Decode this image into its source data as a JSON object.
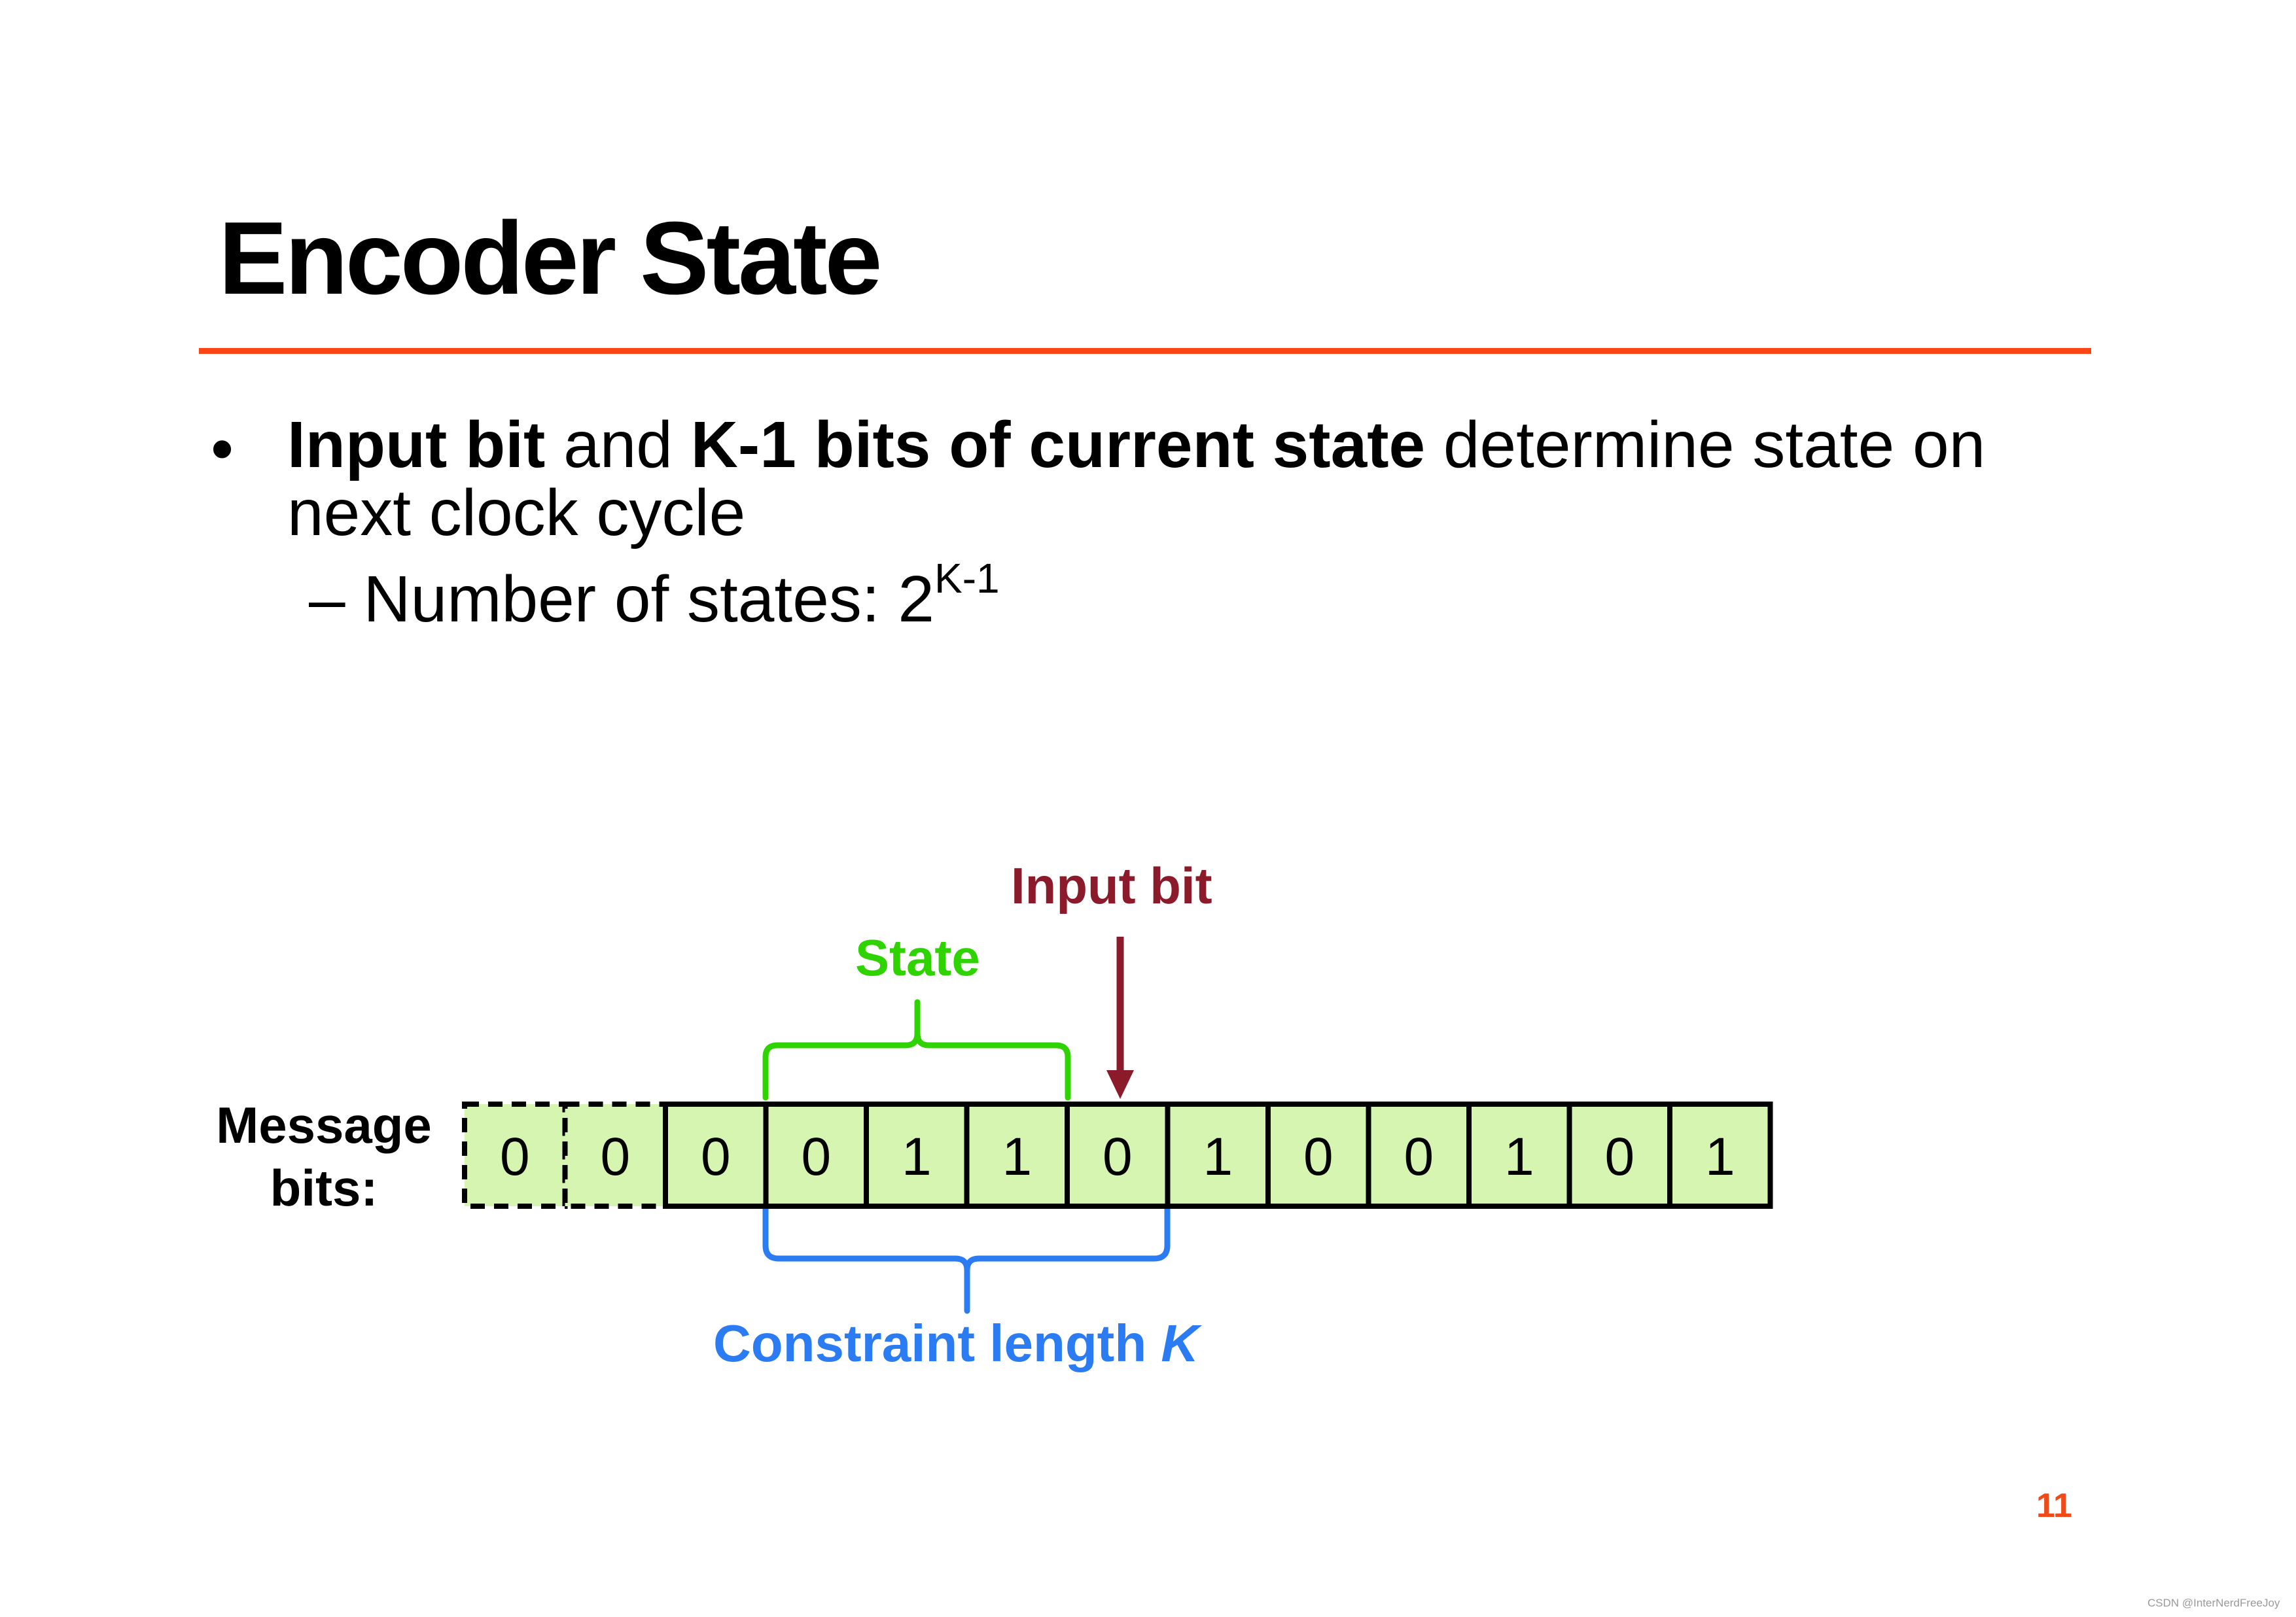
{
  "slide": {
    "title": "Encoder State",
    "bullet": {
      "part1_bold": "Input bit",
      "part2": " and ",
      "part3_bold": "K-1 bits of current state",
      "part4": " determine state on next clock cycle"
    },
    "sub_bullet": {
      "text": "– Number of states: 2",
      "superscript": "K-1"
    },
    "page_number": "11",
    "watermark": "CSDN @InterNerdFreeJoy"
  },
  "diagram": {
    "label_input_bit": "Input bit",
    "label_state": "State",
    "label_constraint": "Constraint length ",
    "label_constraint_var": "K",
    "message_label_line1": "Message",
    "message_label_line2": "bits:",
    "bits": [
      "0",
      "0",
      "0",
      "0",
      "1",
      "1",
      "0",
      "1",
      "0",
      "0",
      "1",
      "0",
      "1"
    ],
    "padding_cells": 2,
    "colors": {
      "title_rule": "#fa4616",
      "input_bit": "#8b1a2b",
      "state": "#2fd400",
      "constraint": "#2b7cf2",
      "cell_fill": "#d6f5b0",
      "page_number": "#f04a1a"
    }
  }
}
